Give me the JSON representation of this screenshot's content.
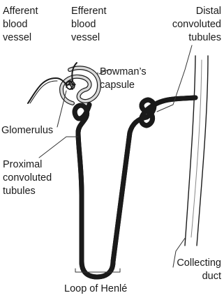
{
  "labels": {
    "afferent": "Afferent\nblood\nvessel",
    "efferent": "Efferent\nblood\nvessel",
    "distal": "Distal\nconvoluted\ntubules",
    "bowman": "Bowman’s\ncapsule",
    "glomerulus": "Glomerulus",
    "proximal": "Proximal\nconvoluted\ntubules",
    "collecting": "Collecting\nduct",
    "loop": "Loop of Henlé"
  },
  "colors": {
    "stroke": "#1a1a1a",
    "tubule_fill": "#d9d9d9"
  }
}
